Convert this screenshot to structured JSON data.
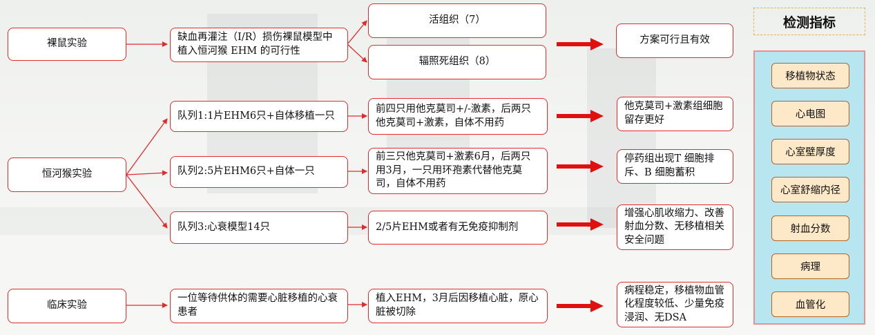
{
  "rows": {
    "nude_mouse": {
      "label": "裸鼠实验",
      "model": "缺血再灌注（I/R）损伤裸鼠模型中植入恒河猴 EHM 的可行性",
      "branches": [
        "活组织（7）",
        "辐照死组织（8）"
      ],
      "result": "方案可行且有效"
    },
    "monkey": {
      "label": "恒河猴实验",
      "cohorts": [
        {
          "cohort": "队列1:1片EHM6只+自体移植一只",
          "treatment": "前四只用他克莫司+/-激素，后两只他克莫司+激素，自体不用药",
          "result": "他克莫司+激素组细胞留存更好"
        },
        {
          "cohort": "队列2:5片EHM6只+自体一只",
          "treatment": "前三只他克莫司+激素6月，后两只用3月，一只用环孢素代替他克莫司，自体不用药",
          "result": "停药组出现T 细胞排斥、B 细胞蓄积"
        },
        {
          "cohort": "队列3:心衰模型14只",
          "treatment": "2/5片EHM或者有无免疫抑制剂",
          "result": "增强心肌收缩力、改善射血分数、无移植相关安全问题"
        }
      ]
    },
    "clinical": {
      "label": "临床实验",
      "patient": "一位等待供体的需要心脏移植的心衰患者",
      "treatment": "植入EHM，3月后因移植心脏，原心脏被切除",
      "result": "病程稳定，移植物血管化程度较低、少量免疫浸润、无DSA"
    }
  },
  "indicators": {
    "title": "检测指标",
    "items": [
      "移植物状态",
      "心电图",
      "心室壁厚度",
      "心室舒缩内径",
      "射血分数",
      "病理",
      "血管化"
    ]
  },
  "colors": {
    "box_border": "#e22a2a",
    "arrow": "#e01010",
    "panel_bg": "#b7e6f1",
    "panel_border": "#e98f8f",
    "indicator_bg": "#fde8c7",
    "indicator_border": "#b5612a",
    "title_border": "#e2b24a"
  }
}
